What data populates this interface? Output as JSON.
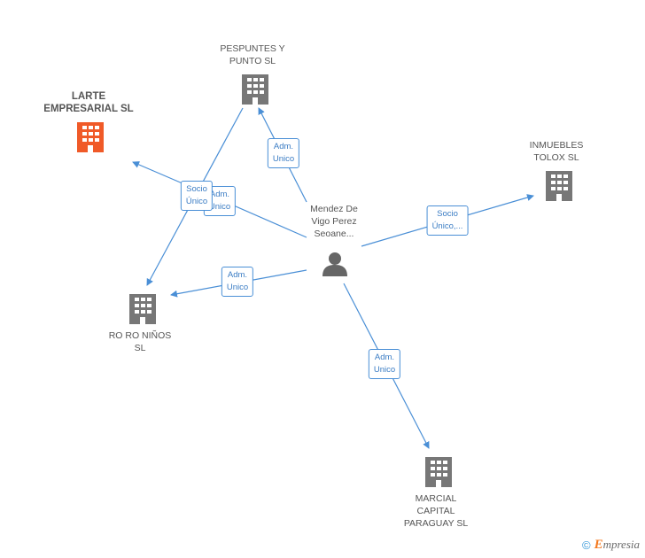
{
  "colors": {
    "edge": "#4a8fd6",
    "building_default": "#777777",
    "building_highlight": "#f05a28",
    "person": "#666666"
  },
  "nodes": {
    "pespuntes": {
      "label": "PESPUNTES Y\nPUNTO SL",
      "icon": "building-icon"
    },
    "larte": {
      "label": "LARTE\nEMPRESARIAL SL",
      "icon": "building-icon"
    },
    "inmuebles": {
      "label": "INMUEBLES\nTOLOX SL",
      "icon": "building-icon"
    },
    "mendez": {
      "label": "Mendez De\nVigo Perez\nSeoane...",
      "icon": "person-icon"
    },
    "roro": {
      "label": "RO RO NIÑOS\nSL",
      "icon": "building-icon"
    },
    "marcial": {
      "label": "MARCIAL\nCAPITAL\nPARAGUAY SL",
      "icon": "building-icon"
    }
  },
  "edges": {
    "to_pespuntes": "Adm.\nUnico",
    "to_larte_socio": "Socio\nÚnico",
    "to_larte_adm": "Adm.\nUnico",
    "to_roro": "Adm.\nUnico",
    "to_inmuebles": "Socio\nÚnico,...",
    "to_marcial": "Adm.\nUnico"
  },
  "footer": {
    "copyright": "©",
    "brand_initial": "E",
    "brand_rest": "mpresia"
  }
}
